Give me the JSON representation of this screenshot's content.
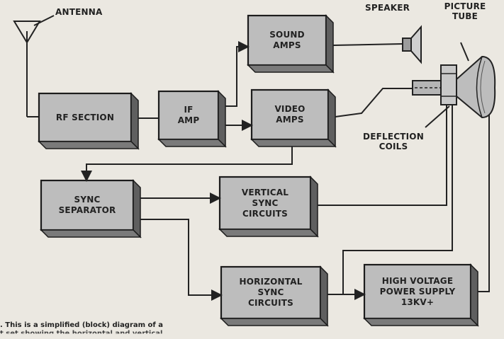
{
  "diagram": {
    "blocks": {
      "rf_section": "RF SECTION",
      "if_amp": "IF\nAMP",
      "sound_amps": "SOUND\nAMPS",
      "video_amps": "VIDEO\nAMPS",
      "sync_separator": "SYNC\nSEPARATOR",
      "vertical_sync": "VERTICAL\nSYNC\nCIRCUITS",
      "horizontal_sync": "HORIZONTAL\nSYNC\nCIRCUITS",
      "high_voltage": "HIGH VOLTAGE\nPOWER SUPPLY\n13KV+"
    },
    "labels": {
      "antenna": "ANTENNA",
      "speaker": "SPEAKER",
      "picture_tube": "PICTURE\nTUBE",
      "deflection_coils": "DEFLECTION\nCOILS"
    },
    "caption": {
      "line1": ". This is a simplified (block) diagram of a",
      "line2": "t set showing the horizontal and vertical"
    }
  }
}
